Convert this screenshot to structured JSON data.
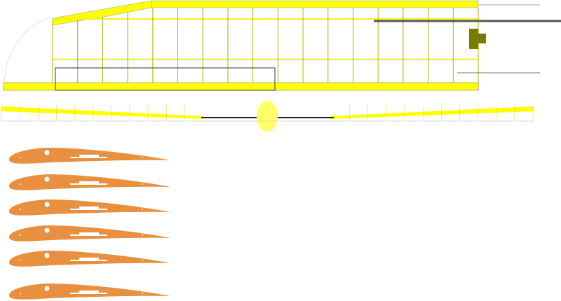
{
  "colors": {
    "background": "#ffffff",
    "wing_structure": "#ffff00",
    "rib_line": "#b5b000",
    "outline": "#555555",
    "fuselage": "#ffff66",
    "rib_cutout": "#e99040",
    "servo": "#7a7a00"
  },
  "plan_view": {
    "rib_count": 18
  },
  "front_view": {
    "segments": 30
  },
  "rib_templates": {
    "count": 6
  }
}
